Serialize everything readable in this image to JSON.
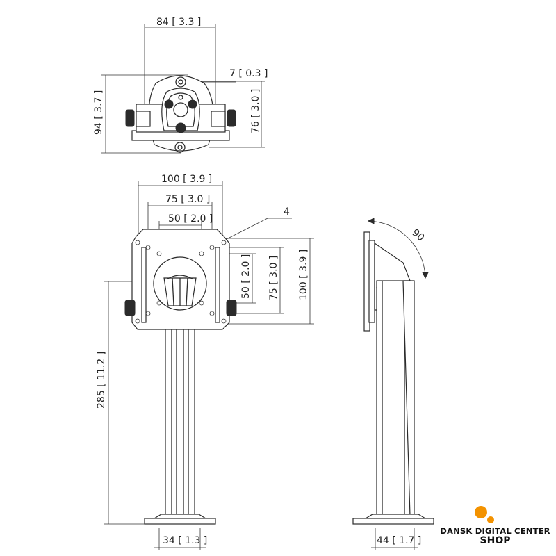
{
  "dimensions": {
    "top_width": "84 [ 3.3 ]",
    "top_height": "94 [ 3.7 ]",
    "top_hole": "7 [ 0.3 ]",
    "top_inner_height": "76 [ 3.0 ]",
    "vesa_100_width": "100 [ 3.9 ]",
    "vesa_75_width": "75 [ 3.0 ]",
    "vesa_50_width": "50 [ 2.0 ]",
    "hole_count_label": "4",
    "vesa_50_height": "50 [ 2.0 ]",
    "vesa_75_height": "75 [ 3.0 ]",
    "vesa_100_height": "100 [ 3.9 ]",
    "pole_height": "285 [ 11.2 ]",
    "base_width_front": "34 [ 1.3 ]",
    "base_width_side": "44 [ 1.7 ]",
    "tilt_angle": "90"
  },
  "brand": {
    "name": "DANSK DIGITAL CENTER",
    "suffix": "SHOP",
    "colors": {
      "accent": "#f39200",
      "text": "#111111"
    }
  }
}
